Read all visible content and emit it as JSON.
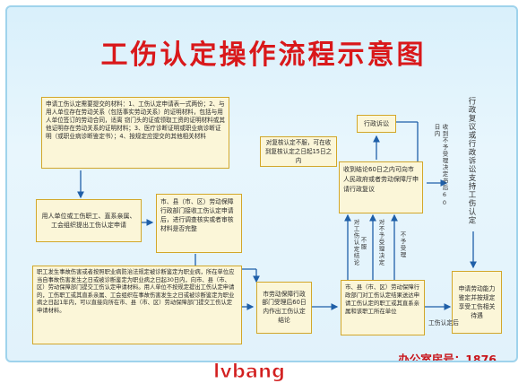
{
  "title": "工伤认定操作流程示意图",
  "boxes": {
    "materials": "申请工伤认定需要提交的材料：1、工伤认定申请表一式两份；2、与用人单位存在劳动关系（包括事实劳动关系）的证明材料，包括与用人单位签订的劳动合同，适离 窃门头的证或领取工资的证明材料或其他证明存在劳动关系的证明材料；3、医疗诊断证明或职业病诊断证明（或职业病诊断鉴定书）；4、按规定应提交的其他相关材料",
    "employer": "用人单位或工伤职工、直系亲属、工会组织提出工伤认定申请",
    "review": "市、县（市、区）劳动保障行政部门接收工伤认定申请后，进行调查核实或者审核材料是否完整",
    "notify": "对复核认定不服，可在收到复核认定之日起15日之内",
    "reconsider": "行政诉讼",
    "lawsuit": "收到结论60日之内可向市人民政府或者劳动保障厅申请行政复议",
    "accident": "职工发生事故伤害或者按照职业病防治法规定被诊断鉴定为职业病，所在单位应当自事故伤害发生之日或被诊断鉴定为职业病之日起30日内，向市、县（市、区）劳动保障部门提交工伤认定申请材料。用人单位不按规定提出工伤认定申请的，工伤职工或其直系亲属、工会组织在事故伤害发生之日或被诊断鉴定为职业病之日起1年内，可以直接向所在市、县（市、区）劳动保障部门提交工伤认定申请材料。",
    "decision": "市劳动保障行政部门受理后60日内作出工伤认定结论",
    "notify2": "市、县（市、区）劳动保障行政部门对工伤认定结果送达申请工伤认定的职工或其直系亲属和该职工所在单位",
    "apply_ability": "申请劳动能力鉴定并按规定享受工伤相关待遇"
  },
  "labels": {
    "right_top": "行政复议或行政诉讼支持工伤认定",
    "accept": "收到不予受理决定书后60日内",
    "not_accept": "不予受理",
    "recognize": "对工伤认定结论",
    "recognize2": "不服",
    "not_accept_2": "对不予受理决定",
    "recognize_arrow": "工伤认定后"
  },
  "office": "办公室房号：1876",
  "watermark": "lvbang",
  "colors": {
    "title": "#d9181a",
    "box_fill": "#fbf6d8",
    "box_border": "#d2a72a",
    "line": "#1f5fa8",
    "panel": "#dff2fb"
  }
}
